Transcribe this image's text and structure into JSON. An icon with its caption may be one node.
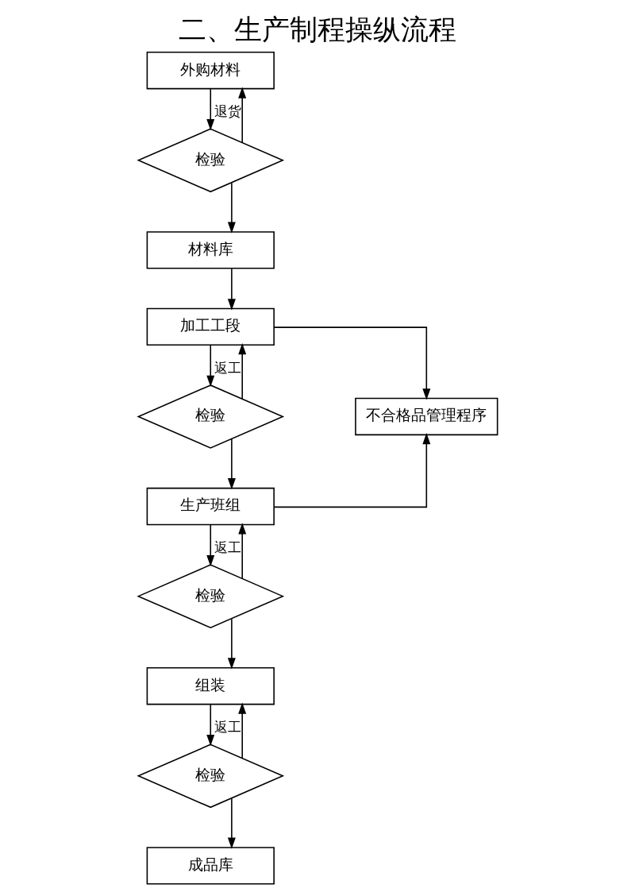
{
  "diagram": {
    "title": "二、生产制程操纵流程",
    "nodes": [
      {
        "text": [
          "外购材料"
        ]
      },
      {
        "text": [
          "检验"
        ]
      },
      {
        "text": [
          "材料库"
        ]
      },
      {
        "text": [
          "加工工段"
        ]
      },
      {
        "text": [
          "检验"
        ]
      },
      {
        "text": [
          "不合格品管理程序"
        ]
      },
      {
        "text": [
          "生产班组"
        ]
      },
      {
        "text": [
          "检验"
        ]
      },
      {
        "text": [
          "组装"
        ]
      },
      {
        "text": [
          "检验"
        ]
      },
      {
        "text": [
          "成品库"
        ]
      }
    ],
    "edges": [
      {
        "from": 0,
        "to": 1,
        "arrow": "to"
      },
      {
        "from": 1,
        "to": 0,
        "arrow": "to",
        "label": "退货"
      },
      {
        "from": 1,
        "to": 2,
        "arrow": "to"
      },
      {
        "from": 2,
        "to": 3,
        "arrow": "to"
      },
      {
        "from": 3,
        "to": 4,
        "arrow": "to"
      },
      {
        "from": 4,
        "to": 3,
        "arrow": "to",
        "label": "返工"
      },
      {
        "from": 3,
        "to": 5,
        "arrow": "to"
      },
      {
        "from": 6,
        "to": 5,
        "arrow": "to"
      },
      {
        "from": 4,
        "to": 6,
        "arrow": "to"
      },
      {
        "from": 6,
        "to": 7,
        "arrow": "to"
      },
      {
        "from": 7,
        "to": 6,
        "arrow": "to",
        "label": "返工"
      },
      {
        "from": 7,
        "to": 8,
        "arrow": "to"
      },
      {
        "from": 8,
        "to": 9,
        "arrow": "to"
      },
      {
        "from": 9,
        "to": 8,
        "arrow": "to",
        "label": "返工"
      },
      {
        "from": 9,
        "to": 10,
        "arrow": "to"
      }
    ]
  }
}
